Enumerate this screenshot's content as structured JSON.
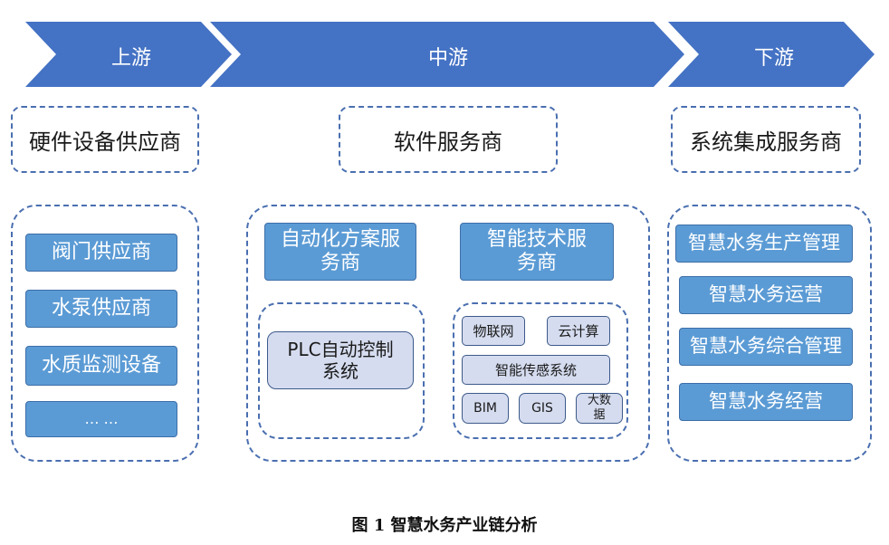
{
  "stages": {
    "upstream": "上游",
    "midstream": "中游",
    "downstream": "下游"
  },
  "headers": {
    "upstream": "硬件设备供应商",
    "midstream": "软件服务商",
    "downstream": "系统集成服务商"
  },
  "upstream_items": [
    "阀门供应商",
    "水泵供应商",
    "水质监测设备",
    "… …"
  ],
  "midstream": {
    "automation_service": "自动化方案服务商",
    "smart_tech_service": "智能技术服务商",
    "plc_system": "PLC自动控制系统",
    "iot": "物联网",
    "cloud": "云计算",
    "sensing": "智能传感系统",
    "bim": "BIM",
    "gis": "GIS",
    "big_data": "大数据"
  },
  "downstream_items": [
    "智慧水务生产管理",
    "智慧水务运营",
    "智慧水务综合管理",
    "智慧水务经营"
  ],
  "caption": "图 1  智慧水务产业链分析",
  "colors": {
    "arrow": "#4472c4",
    "box_blue": "#5b9bd5",
    "box_light": "#d5dcef",
    "dashed_border": "#4a6fb0"
  }
}
